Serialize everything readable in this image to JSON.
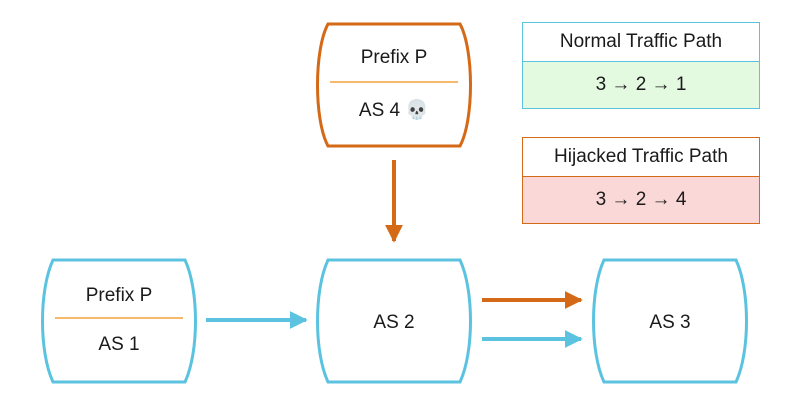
{
  "colors": {
    "blue": "#5bc3e0",
    "orange": "#d46a17",
    "separator": "#f2a03d",
    "normal_bg": "#e3fae0",
    "hijack_bg": "#fbd8d8",
    "text": "#1a1a1a"
  },
  "nodes": {
    "attacker": {
      "prefix": "Prefix P",
      "as": "AS 4 💀"
    },
    "origin": {
      "prefix": "Prefix P",
      "as": "AS 1"
    },
    "as2": {
      "label": "AS 2"
    },
    "as3": {
      "label": "AS 3"
    }
  },
  "legend": {
    "normal": {
      "title": "Normal Traffic Path",
      "path": "3 → 2 → 1"
    },
    "hijacked": {
      "title": "Hijacked Traffic Path",
      "path": "3 → 2 → 4"
    }
  }
}
